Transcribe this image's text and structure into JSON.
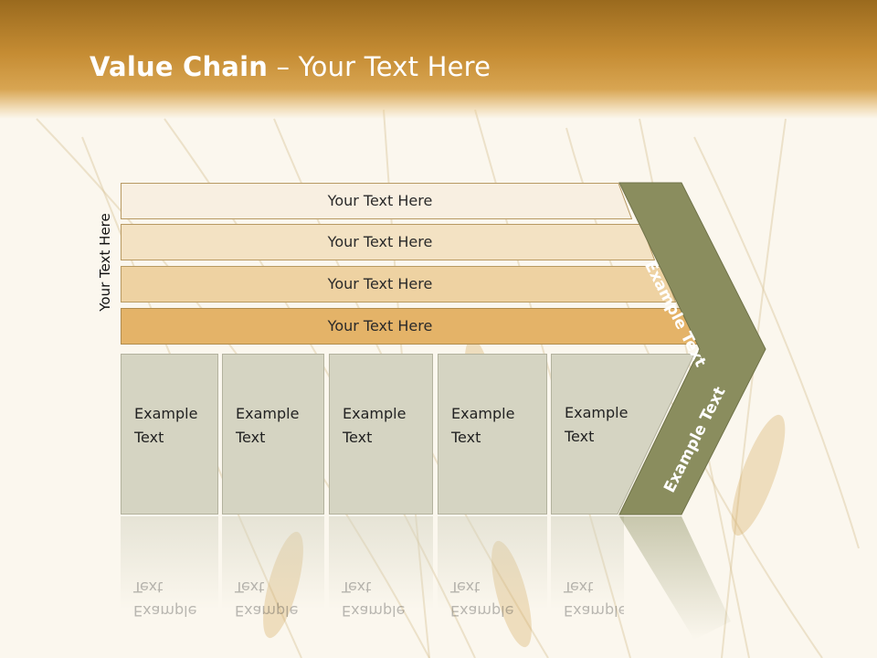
{
  "slide": {
    "title_bold": "Value Chain",
    "title_rest": " – Your Text Here",
    "side_label": "Your Text Here",
    "rows": [
      {
        "label": "Your Text Here",
        "color": "#f8efe1"
      },
      {
        "label": "Your Text Here",
        "color": "#f3e2c3"
      },
      {
        "label": "Your Text Here",
        "color": "#eed2a2"
      },
      {
        "label": "Your Text Here",
        "color": "#e4b368"
      }
    ],
    "boxes": [
      {
        "line1": "Example",
        "line2": "Text"
      },
      {
        "line1": "Example",
        "line2": "Text"
      },
      {
        "line1": "Example",
        "line2": "Text"
      },
      {
        "line1": "Example",
        "line2": "Text"
      },
      {
        "line1": "Example",
        "line2": "Text"
      }
    ],
    "chevron_top_label": "Example Text",
    "chevron_bottom_label": "Example Text",
    "chevron_color": "#8a8d5e"
  }
}
